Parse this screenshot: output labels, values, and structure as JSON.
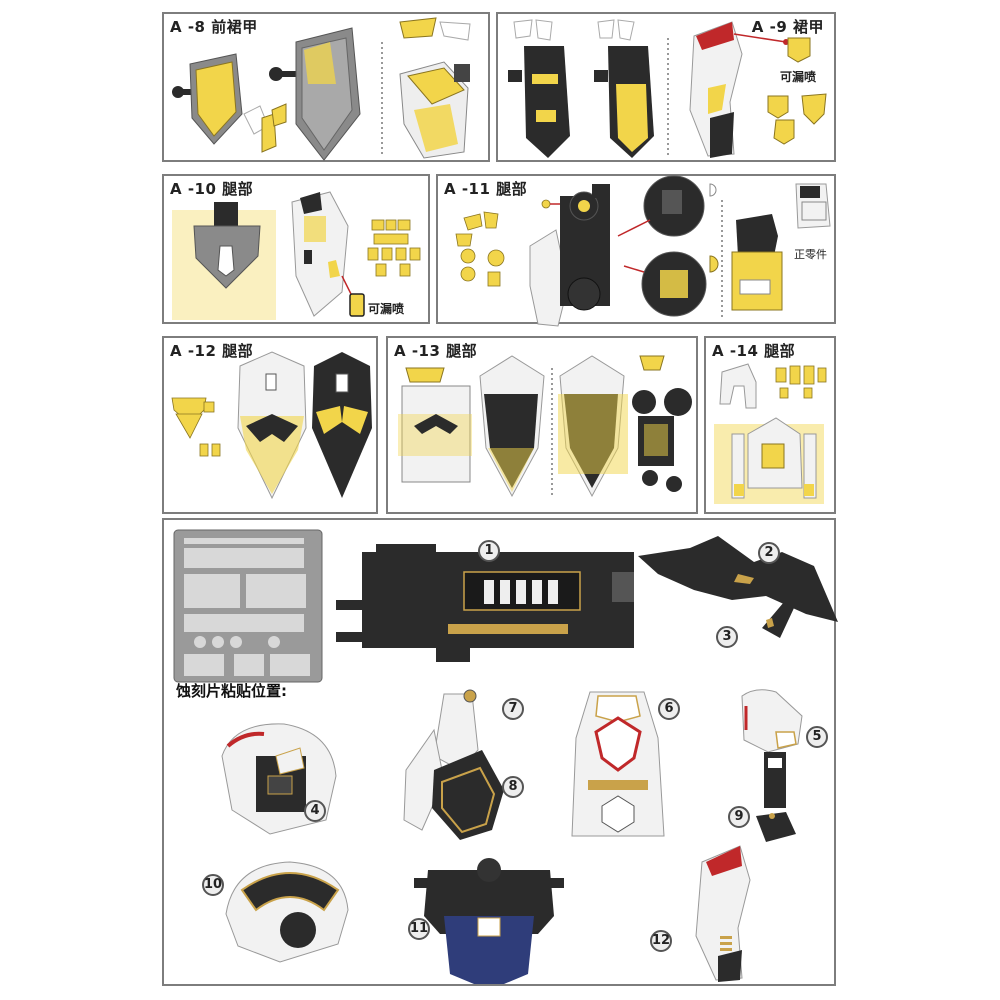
{
  "panels": {
    "a8": {
      "title": "A -8 前裙甲"
    },
    "a9": {
      "title": "A -9 裙甲",
      "note": "可漏喷"
    },
    "a10": {
      "title": "A -10 腿部",
      "note": "可漏喷"
    },
    "a11": {
      "title": "A -11 腿部",
      "note": "正零件"
    },
    "a12": {
      "title": "A -12 腿部"
    },
    "a13": {
      "title": "A -13 腿部"
    },
    "a14": {
      "title": "A -14 腿部"
    }
  },
  "bottom": {
    "caption": "蚀刻片粘贴位置:",
    "callouts": [
      "1",
      "2",
      "3",
      "4",
      "5",
      "6",
      "7",
      "8",
      "9",
      "10",
      "11",
      "12"
    ]
  },
  "colors": {
    "decal_yellow": "#f2d54a",
    "metal_gold": "#c9a24a",
    "armor_dark": "#2b2b2b",
    "armor_gray": "#8a8a8a",
    "armor_white": "#f2f2f2",
    "accent_red": "#c0282a",
    "frame_border": "#7d7d7d"
  }
}
